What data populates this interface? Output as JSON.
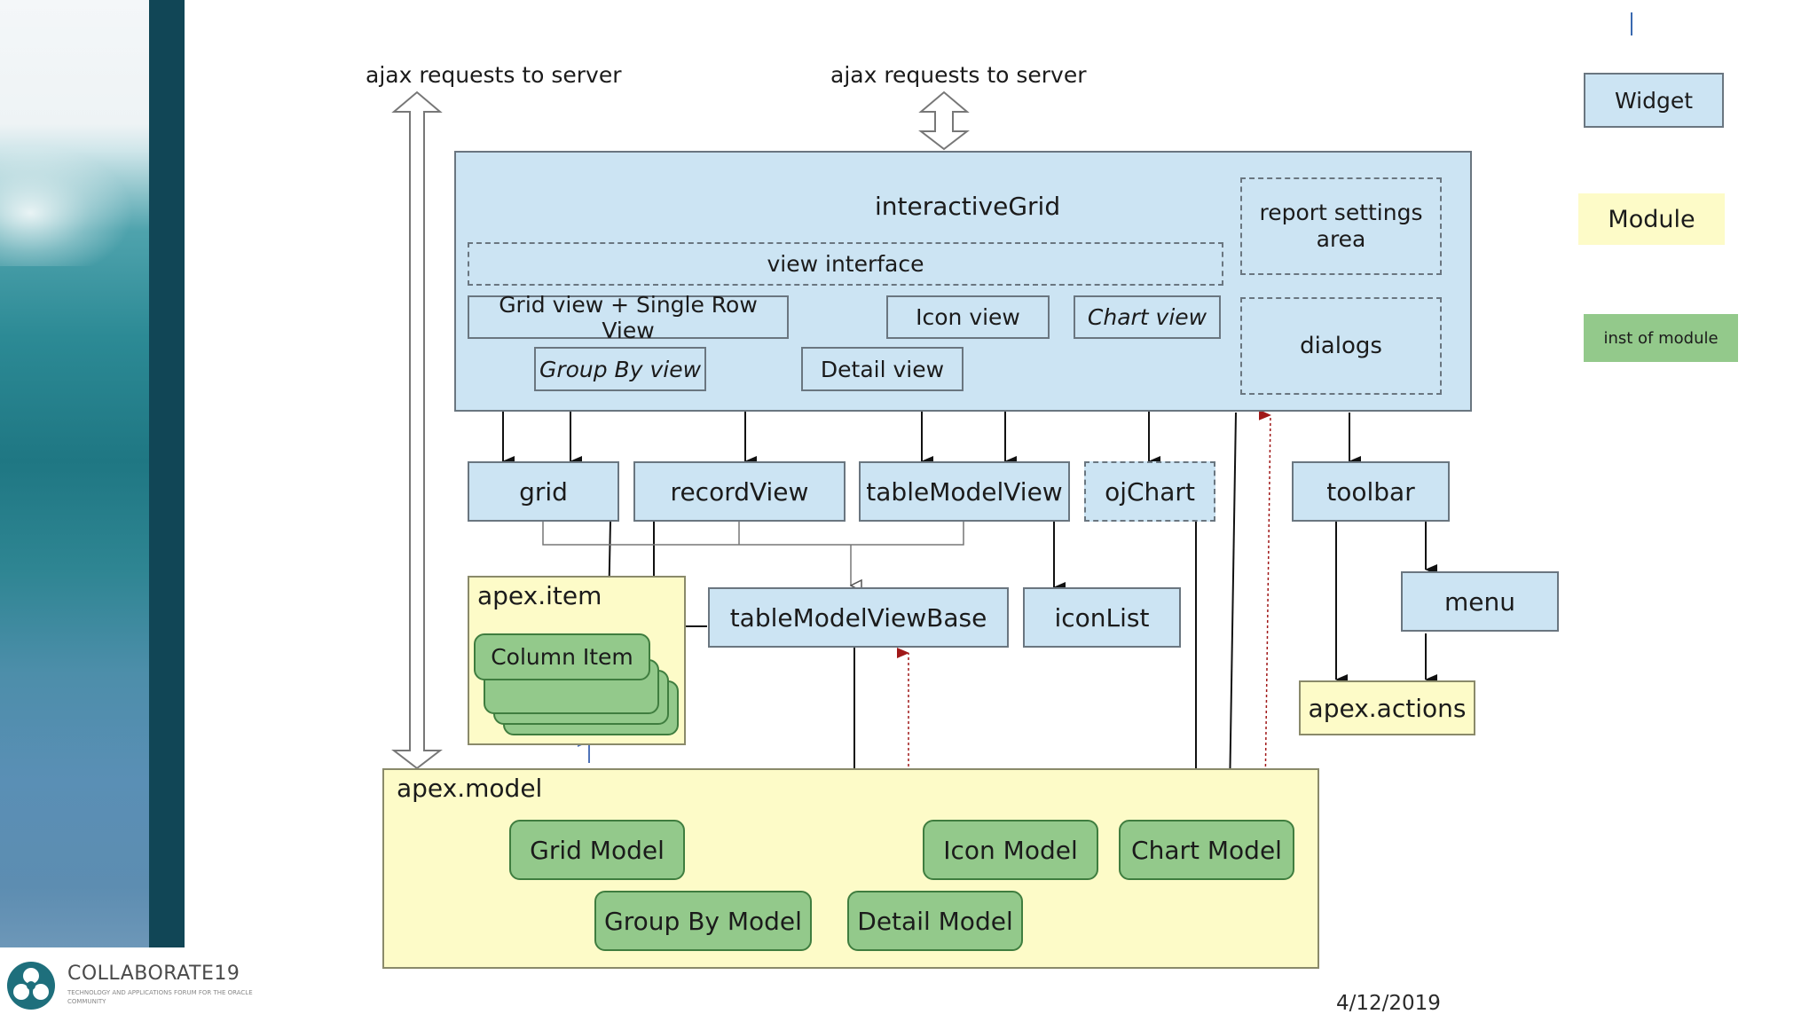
{
  "slide": {
    "date": "4/12/2019",
    "logo": {
      "title": "COLLABORATE19",
      "subtitle": "TECHNOLOGY AND APPLICATIONS FORUM FOR THE ORACLE COMMUNITY"
    }
  },
  "legend": {
    "widget": "Widget",
    "module": "Module",
    "instance": "inst of module"
  },
  "diagram": {
    "ajax_left": "ajax requests to server",
    "ajax_top": "ajax requests to server",
    "interactive_grid": "interactiveGrid",
    "view_interface": "view interface",
    "report_settings": "report settings area",
    "dialogs": "dialogs",
    "grid_single_row_view": "Grid view + Single Row View",
    "group_by_view": "Group By view",
    "icon_view": "Icon view",
    "chart_view": "Chart view",
    "detail_view": "Detail view",
    "grid": "grid",
    "record_view": "recordView",
    "table_model_view": "tableModelView",
    "oj_chart": "ojChart",
    "toolbar": "toolbar",
    "menu": "menu",
    "apex_actions": "apex.actions",
    "apex_item": "apex.item",
    "column_item": "Column Item",
    "table_model_view_base": "tableModelViewBase",
    "icon_list": "iconList",
    "apex_model": "apex.model",
    "grid_model": "Grid Model",
    "icon_model": "Icon Model",
    "chart_model": "Chart Model",
    "group_by_model": "Group By Model",
    "detail_model": "Detail Model"
  },
  "colors": {
    "widget_fill": "#cce4f3",
    "module_fill": "#fdfbc8",
    "instance_fill": "#93c98b",
    "side_bar": "#114656",
    "red_arrow": "#a01818",
    "blue_arrow": "#4f73b8"
  }
}
